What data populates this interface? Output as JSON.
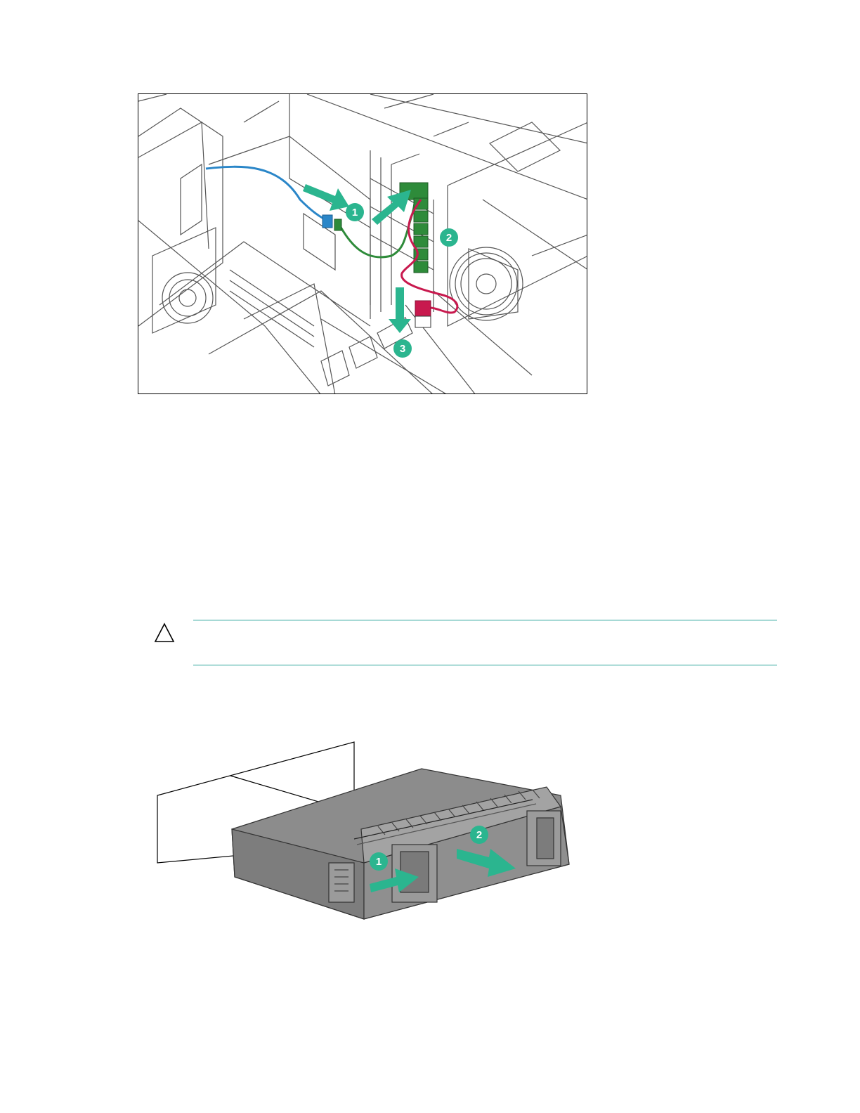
{
  "figure1": {
    "callouts": [
      "1",
      "2",
      "3"
    ],
    "colors": {
      "arrow": "#2bb58f",
      "cable_blue": "#2a86c8",
      "cable_green": "#2e8b3a",
      "cable_red": "#c8194e",
      "line": "#555555"
    }
  },
  "caution": {
    "icon": "caution-triangle-icon",
    "rule_color": "#2aa39a"
  },
  "figure2": {
    "callouts": [
      "1",
      "2"
    ],
    "colors": {
      "arrow": "#2bb58f",
      "body": "#8c8c8c",
      "body_dark": "#6f6f6f"
    }
  }
}
